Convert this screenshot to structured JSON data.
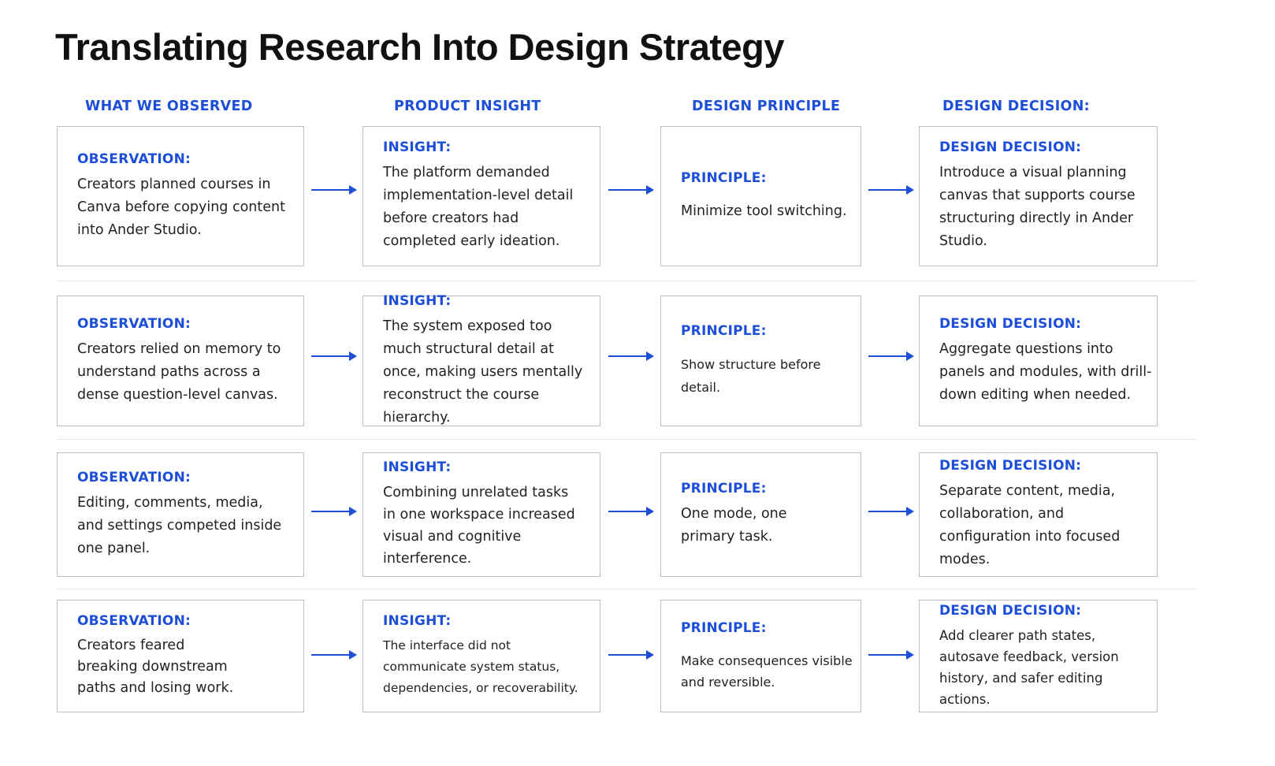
{
  "title": "Translating Research Into Design Strategy",
  "columns": [
    "WHAT WE OBSERVED",
    "PRODUCT INSIGHT",
    "DESIGN PRINCIPLE",
    "DESIGN DECISION:"
  ],
  "labels": {
    "observation": "OBSERVATION:",
    "insight": "INSIGHT:",
    "principle": "PRINCIPLE:",
    "decision": "DESIGN DECISION:"
  },
  "rows": [
    {
      "observation": "Creators planned courses in Canva before copying content into Ander Studio.",
      "insight": "The platform demanded implementation-level detail before creators had completed early ideation.",
      "principle": "Minimize tool switching.",
      "decision": "Introduce a visual planning canvas that supports course structuring directly in Ander Studio."
    },
    {
      "observation": "Creators relied on memory to understand paths across a dense question-level canvas.",
      "insight": "The system exposed too much structural detail at once, making users mentally reconstruct the course hierarchy.",
      "principle": "Show structure before detail.",
      "decision": "Aggregate questions into panels and modules, with drill-down editing when needed."
    },
    {
      "observation": "Editing, comments, media, and settings competed inside one panel.",
      "insight": "Combining unrelated tasks in one workspace increased visual and cognitive interference.",
      "principle": "One mode, one primary task.",
      "decision": "Separate content, media, collaboration, and configuration into focused modes."
    },
    {
      "observation": "Creators feared breaking downstream paths and losing work.",
      "insight": "The interface did not communicate system status, dependencies, or recoverability.",
      "principle": "Make consequences visible and reversible.",
      "decision": "Add clearer path states, autosave feedback, version history, and safer editing actions."
    }
  ]
}
